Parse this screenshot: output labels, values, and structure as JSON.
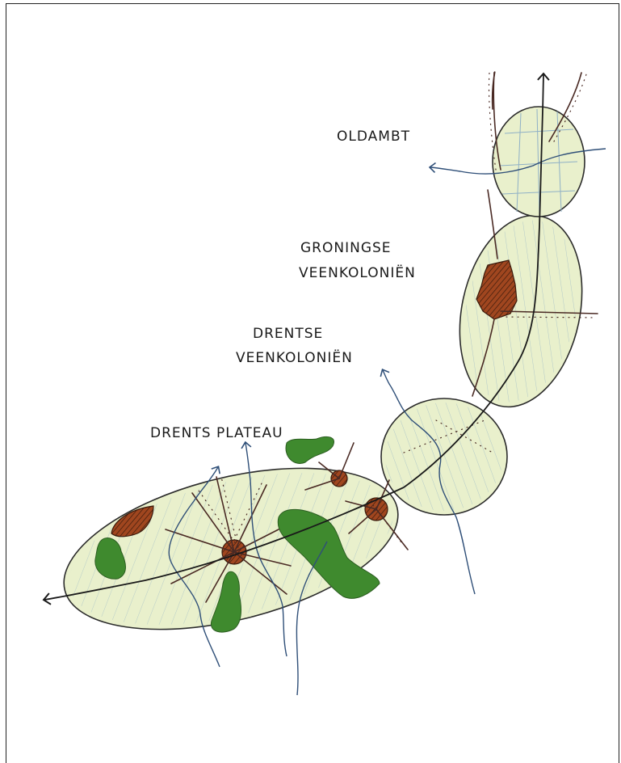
{
  "labels": {
    "oldambt": "OLDAMBT",
    "groningse_1": "GRONINGSE",
    "groningse_2": "VEENKOLONIËN",
    "drentse_1": "DRENTSE",
    "drentse_2": "VEENKOLONIËN",
    "plateau": "DRENTS PLATEAU"
  },
  "colors": {
    "region_fill": "#e9f0cc",
    "region_stroke": "#2b2b2b",
    "hatch": "#8fb0c6",
    "water": "#2f4f78",
    "forest": "#3f8a2e",
    "town": "#8a3c1c",
    "road": "#4a2a24",
    "axis": "#1a1a1a"
  },
  "icons": [
    "arrow-icon"
  ]
}
